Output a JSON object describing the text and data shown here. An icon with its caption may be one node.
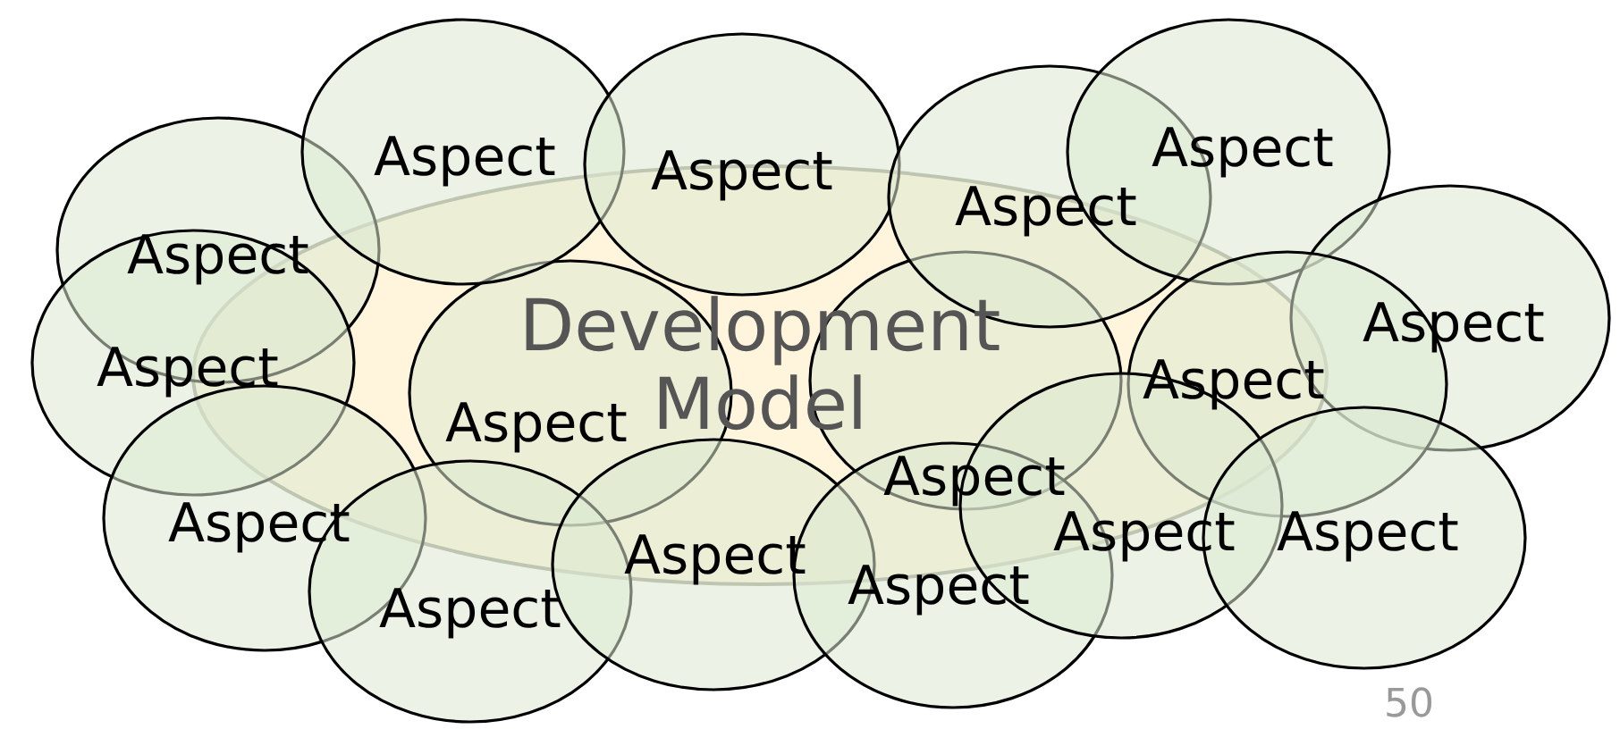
{
  "diagram": {
    "nodes": [
      {
        "text": [
          "Development Model"
        ]
      },
      {
        "text": [
          "Aspect"
        ]
      },
      {
        "text": [
          "Aspect"
        ]
      },
      {
        "text": [
          "Aspect"
        ]
      },
      {
        "text": [
          "Aspect"
        ]
      },
      {
        "text": [
          "Aspect"
        ]
      },
      {
        "text": [
          "Aspect"
        ]
      },
      {
        "text": [
          "Aspect"
        ]
      },
      {
        "text": [
          "Aspect"
        ],
        "in": 0
      },
      {
        "text": [
          "Aspect"
        ],
        "in": 0
      },
      {
        "text": [
          "Aspect"
        ]
      },
      {
        "text": [
          "Aspect"
        ]
      },
      {
        "text": [
          "Aspect"
        ]
      },
      {
        "text": [
          "Aspect"
        ]
      },
      {
        "text": [
          "Aspect"
        ]
      },
      {
        "text": [
          "Aspect"
        ]
      },
      {
        "text": [
          "Aspect"
        ]
      }
    ],
    "labels": [
      "50"
    ]
  }
}
